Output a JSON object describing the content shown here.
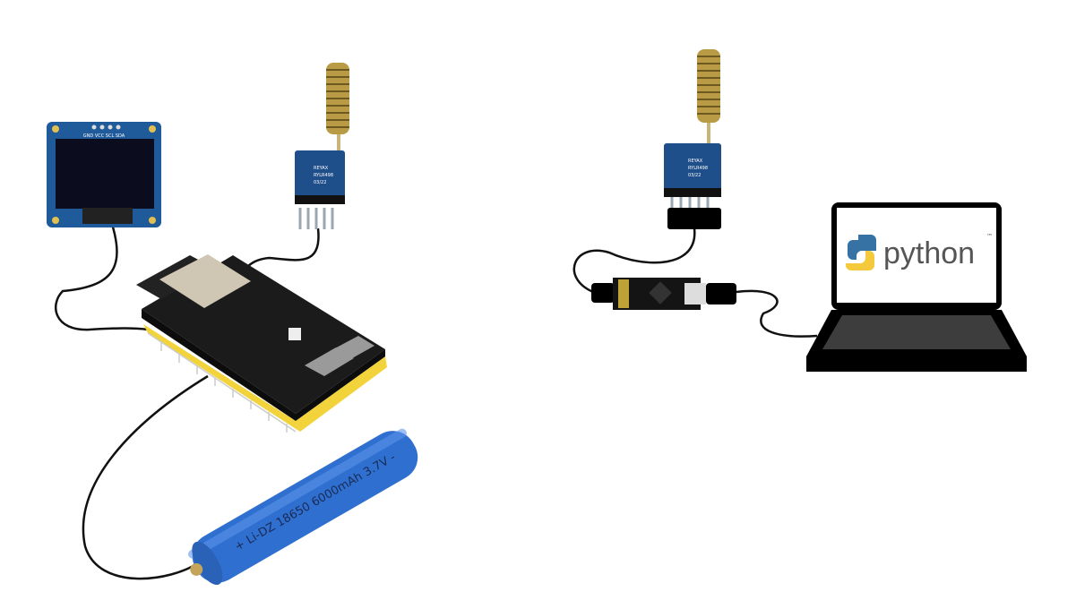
{
  "oled": {
    "pin_labels": "GND VCC SCL SDA"
  },
  "lora_left": {
    "brand": "REYAX",
    "model": "RYLR498",
    "date": "03/22"
  },
  "lora_right": {
    "brand": "REYAX",
    "model": "RYLR498",
    "date": "03/22"
  },
  "battery": {
    "label": "+ Li-DZ 18650 6000mAh 3.7V -"
  },
  "laptop": {
    "screen_text": "python",
    "trademark": "™"
  },
  "colors": {
    "pcb_blue": "#1f4f8a",
    "battery_blue": "#2f6fd0",
    "board_black": "#1b1b1b",
    "header_yellow": "#f2d33c",
    "wire": "#111111",
    "antenna_gold": "#b99b45"
  }
}
